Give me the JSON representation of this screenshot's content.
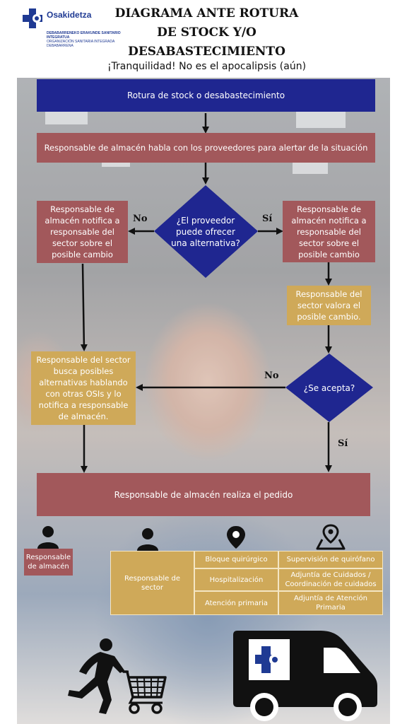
{
  "header": {
    "brand": "Osakidetza",
    "org_line1": "DEBABARRENEKO ERAKUNDE SANITARIO INTEGRATUA",
    "org_line2": "ORGANIZACIÓN SANITARIA INTEGRADA DEBABARRENA",
    "title_line1": "DIAGRAMA ANTE ROTURA",
    "title_line2": "DE STOCK Y/O",
    "title_line3": "DESABASTECIMIENTO",
    "subtitle": "¡Tranquilidad! No es el apocalipsis  (aún)"
  },
  "flow": {
    "start": "Rotura de stock o desabastecimiento",
    "step1": "Responsable de almacén habla con los proveedores para alertar de la situación",
    "decision1": "¿El proveedor puede ofrecer una alternativa?",
    "no_label": "No",
    "yes_label": "Sí",
    "left_notify": "Responsable de almacén  notifica a responsable del sector sobre el posible cambio",
    "right_notify": "Responsable de almacén  notifica a responsable del sector sobre el posible cambio",
    "assess": "Responsable del sector valora el posible cambio.",
    "decision2": "¿Se acepta?",
    "no_label2": "No",
    "yes_label2": "Sí",
    "sector_search": "Responsable del sector busca posibles alternativas hablando con otras OSIs y lo notifica a responsable de almacén.",
    "order": "Responsable de almacén realiza el pedido"
  },
  "legend": {
    "warehouse": "Responsable de almacén",
    "sector": "Responsable de sector",
    "areas": [
      "Bloque quirúrgico",
      "Hospitalización",
      "Atención primaria"
    ],
    "supervisors": [
      "Supervisión de quirófano",
      "Adjuntía de Cuidados / Coordinación de cuidados",
      "Adjuntía de Atención Primaria"
    ]
  },
  "colors": {
    "navy": "#1f2690",
    "red": "#a2585b",
    "gold": "#cfa959"
  },
  "icons": [
    "person-icon",
    "person-icon",
    "map-pin-icon",
    "map-location-icon",
    "person-with-cart-icon",
    "delivery-van-icon"
  ]
}
